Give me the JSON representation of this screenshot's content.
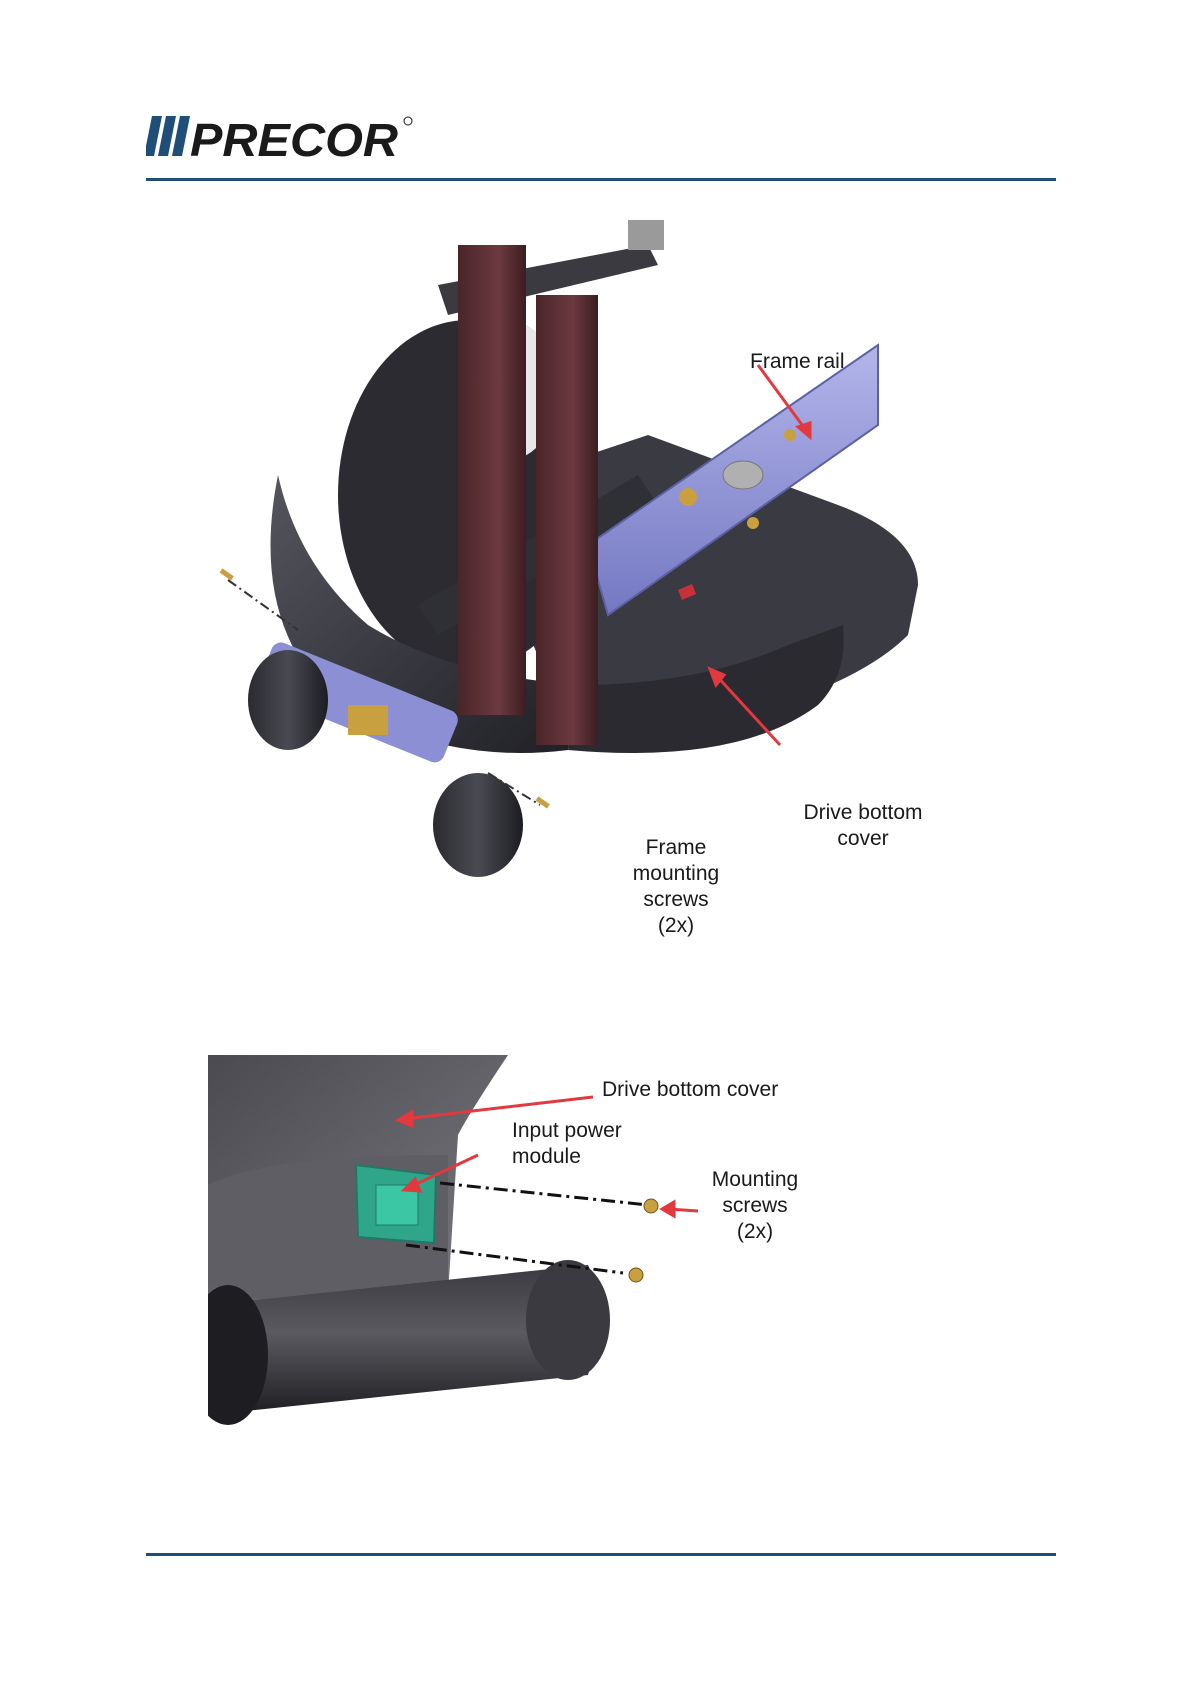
{
  "header": {
    "logo_text": "PRECOR",
    "accent_color": "#1f4e79"
  },
  "figure1": {
    "labels": {
      "frame_rail": "Frame rail",
      "drive_cover_line1": "Drive bottom",
      "drive_cover_line2": "cover",
      "screws_line1": "Frame",
      "screws_line2": "mounting",
      "screws_line3": "screws",
      "screws_line4": "(2x)"
    }
  },
  "figure2": {
    "labels": {
      "drive_cover": "Drive bottom cover",
      "ipm_line1": "Input power",
      "ipm_line2": "module",
      "screws_line1": "Mounting",
      "screws_line2": "screws",
      "screws_line3": "(2x)"
    }
  },
  "colors": {
    "arrow": "#e2393f",
    "frame_rail": "#8c8fd4",
    "upright": "#5a2f34",
    "body": "#2f2f36",
    "ipm": "#2fa58a",
    "brass": "#c8a040"
  }
}
